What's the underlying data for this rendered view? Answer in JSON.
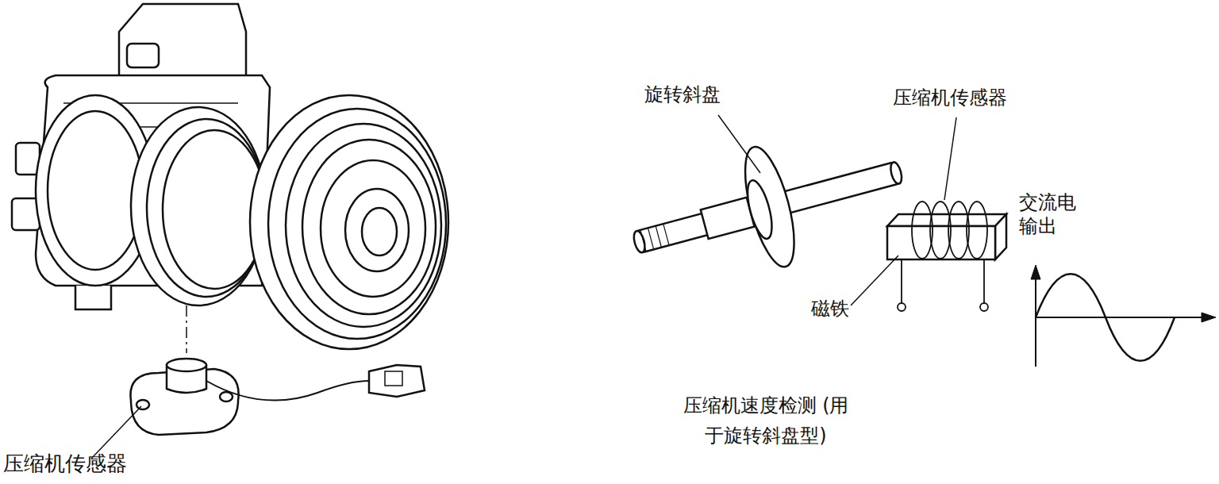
{
  "diagram": {
    "caption": "压缩机速度检测 (用于旋转斜盘型)",
    "labels": [
      "压缩机传感器",
      "旋转斜盘",
      "压缩机传感器",
      "磁铁",
      "交流电 输出"
    ]
  }
}
